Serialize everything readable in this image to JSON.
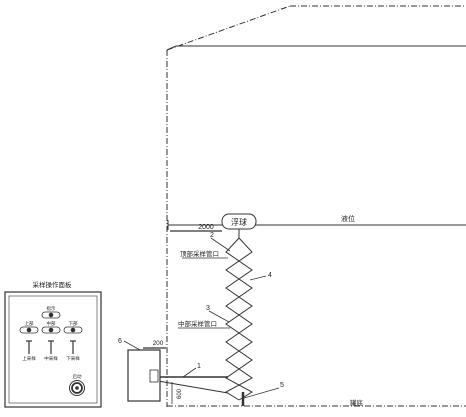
{
  "tank": {
    "float_label": "浮球",
    "liquid_level_label": "液位",
    "bottom_label": "罐底"
  },
  "sampler": {
    "top_sample_port_label": "顶部采样管口",
    "middle_sample_port_label": "中部采样管口"
  },
  "dimensions": {
    "upper_label": "2000",
    "lower_label": "200",
    "vertical_label": "600"
  },
  "callouts": {
    "c1": "1",
    "c2": "2",
    "c3": "3",
    "c4": "4",
    "c5": "5",
    "c6": "6"
  },
  "panel": {
    "title": "采样操作面板",
    "indicator_label": "指示",
    "valve_labels": [
      "上部",
      "中部",
      "下部"
    ],
    "knob_labels": [
      "上采样",
      "中采样",
      "下采样"
    ],
    "pump_label": "启动"
  }
}
